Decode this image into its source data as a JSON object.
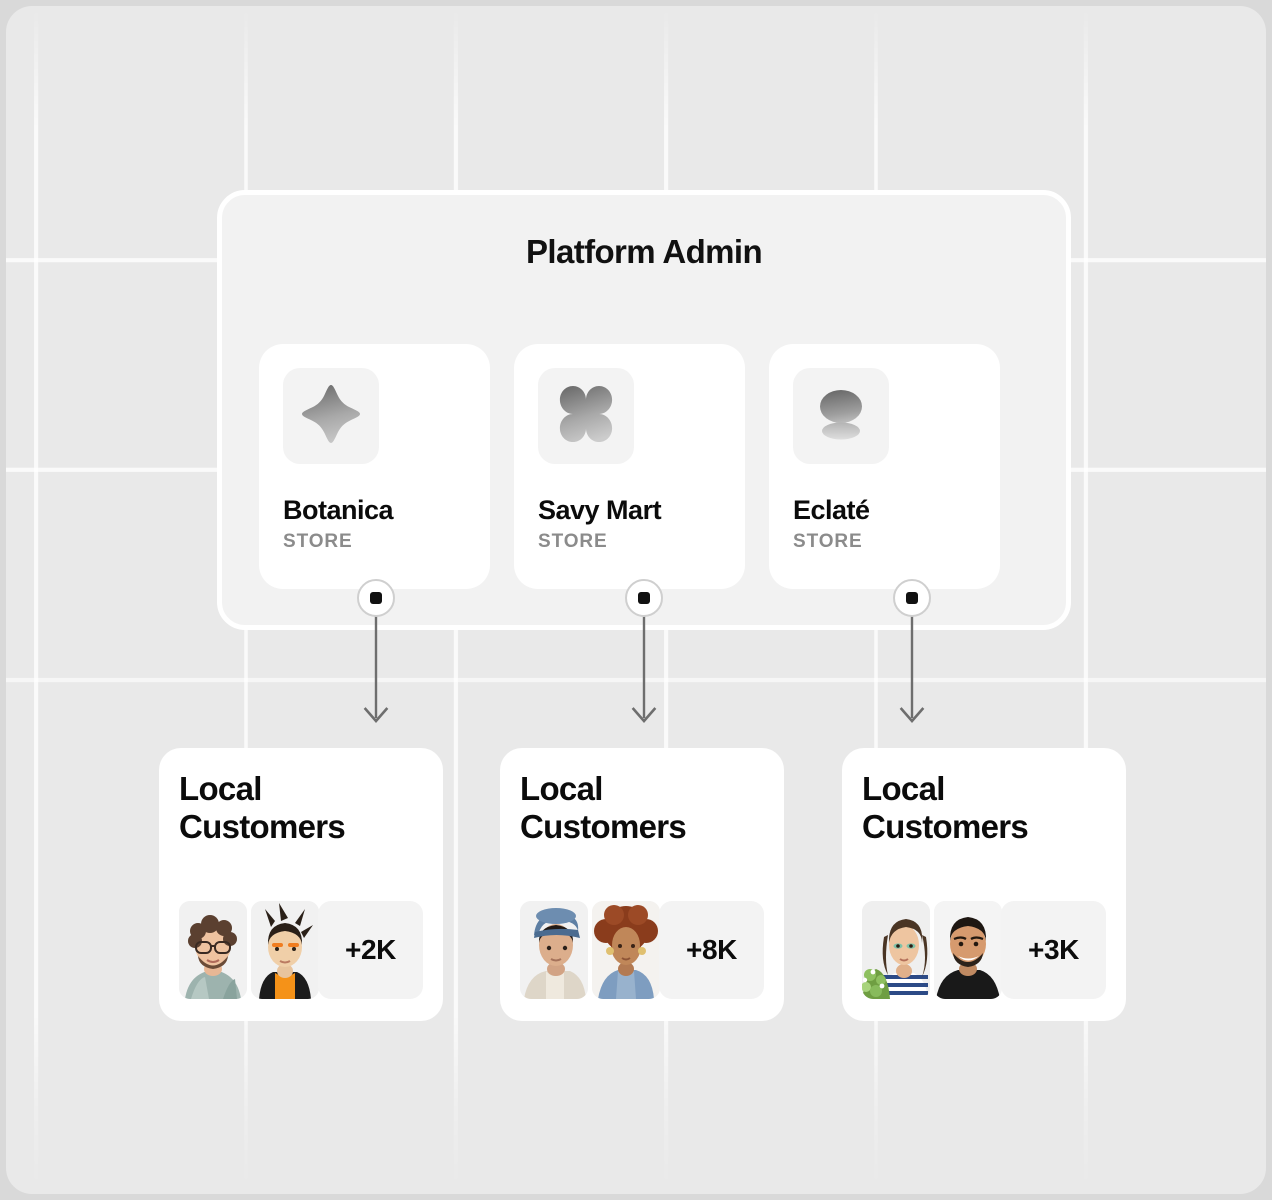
{
  "panel": {
    "title": "Platform Admin",
    "stores": [
      {
        "name": "Botanica",
        "kind": "STORE",
        "logo": "diamond-petal-logo-icon"
      },
      {
        "name": "Savy Mart",
        "kind": "STORE",
        "logo": "clover-logo-icon"
      },
      {
        "name": "Eclaté",
        "kind": "STORE",
        "logo": "ellipse-reflection-logo-icon"
      }
    ]
  },
  "connectors": [
    {
      "node": "square-node-icon",
      "arrow": "arrow-down-icon"
    },
    {
      "node": "square-node-icon",
      "arrow": "arrow-down-icon"
    },
    {
      "node": "square-node-icon",
      "arrow": "arrow-down-icon"
    }
  ],
  "customer_cards": [
    {
      "title": "Local\nCustomers",
      "more_label": "+2K",
      "avatars": [
        "avatar-bearded-man-glasses",
        "avatar-woman-orange-top"
      ]
    },
    {
      "title": "Local\nCustomers",
      "more_label": "+8K",
      "avatars": [
        "avatar-man-denim-cap",
        "avatar-woman-curly-hair"
      ]
    },
    {
      "title": "Local\nCustomers",
      "more_label": "+3K",
      "avatars": [
        "avatar-woman-striped-shirt",
        "avatar-smiling-man-black-tee"
      ]
    }
  ],
  "colors": {
    "page_background": "#d9d9d9",
    "canvas_background": "#e9e9e9",
    "panel_background": "#f2f2f2",
    "panel_border": "#ffffff",
    "card_background": "#ffffff",
    "tile_background": "#f3f3f3",
    "text_primary": "#0b0b0b",
    "text_muted": "#8b8b8b",
    "connector_line": "#6e6e6e",
    "node_border": "#cfcfcf",
    "node_dot": "#111111"
  }
}
